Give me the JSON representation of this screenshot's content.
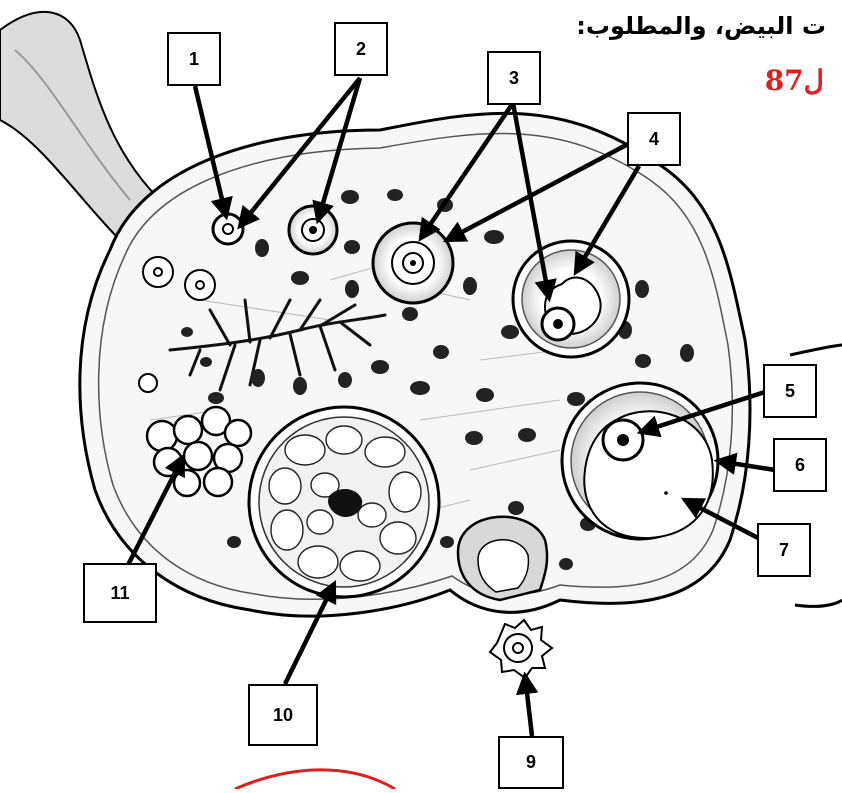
{
  "header": {
    "text_line": "ت البيض، والمطلوب:",
    "page_ref": "ل87"
  },
  "labels": {
    "n1": "1",
    "n2": "2",
    "n3": "3",
    "n4": "4",
    "n5": "5",
    "n6": "6",
    "n7": "7",
    "n9": "9",
    "n10": "10",
    "n11": "11"
  },
  "colors": {
    "ink": "#000000",
    "accent_red": "#e02020",
    "follicle_ring": "#b0b0b0",
    "cell_dark": "#222222"
  }
}
